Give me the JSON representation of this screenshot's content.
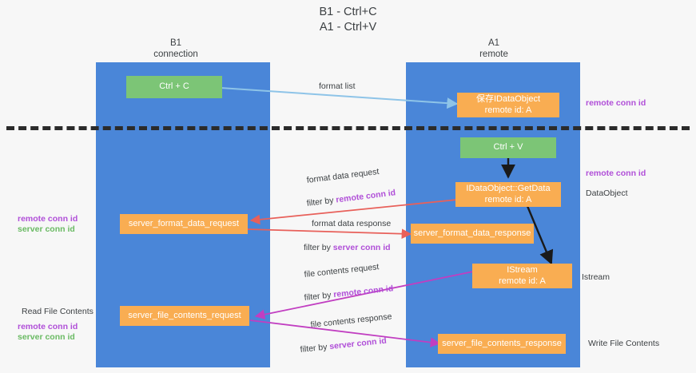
{
  "diagram": {
    "title": "B1 - Ctrl+C\nA1 - Ctrl+V",
    "columns": [
      {
        "name": "b1",
        "header": "B1\nconnection"
      },
      {
        "name": "a1",
        "header": "A1\nremote"
      }
    ],
    "boxes": {
      "ctrl_c": "Ctrl + C",
      "save_idataobject": "保存IDataObject\nremote id: A",
      "ctrl_v": "Ctrl + V",
      "getdata": "IDataObject::GetData\nremote id: A",
      "server_format_data_request": "server_format_data_request",
      "server_format_data_response": "server_format_data_response",
      "istream": "IStream\nremote id: A",
      "server_file_contents_request": "server_file_contents_request",
      "server_file_contents_response": "server_file_contents_response"
    },
    "edge_labels": {
      "format_list": "format list",
      "format_data_request": "format data request",
      "format_data_request_filter_prefix": "filter by ",
      "format_data_request_filter_key": "remote conn id",
      "format_data_response": "format data response",
      "format_data_response_filter_prefix": "filter by ",
      "format_data_response_filter_key": "server conn id",
      "file_contents_request": "file contents request",
      "file_contents_request_filter_prefix": "filter by ",
      "file_contents_request_filter_key": "remote conn id",
      "file_contents_response": "file contents response",
      "file_contents_response_filter_prefix": "filter by ",
      "file_contents_response_filter_key": "server conn id"
    },
    "side_labels": {
      "right_remote_conn_id_top": "remote conn id",
      "right_remote_conn_id_mid": "remote conn id",
      "right_dataobject": "DataObject",
      "right_istream": "Istream",
      "right_write_file_contents": "Write File Contents",
      "left_remote_conn_id": "remote conn id",
      "left_server_conn_id": "server conn id",
      "left_read_file_contents": "Read File Contents",
      "left_remote_conn_id_2": "remote conn id",
      "left_server_conn_id_2": "server conn id"
    },
    "colors": {
      "lane": "#4a86d8",
      "green_box": "#7cc576",
      "orange_box": "#f9ad52",
      "purple_text": "#b04fd8",
      "green_text": "#6aba63",
      "arrow_blue": "#8ec4e8",
      "arrow_red": "#e8605a",
      "arrow_magenta": "#c13ec1",
      "arrow_black": "#1a1a1a",
      "background": "#f7f7f7"
    }
  }
}
